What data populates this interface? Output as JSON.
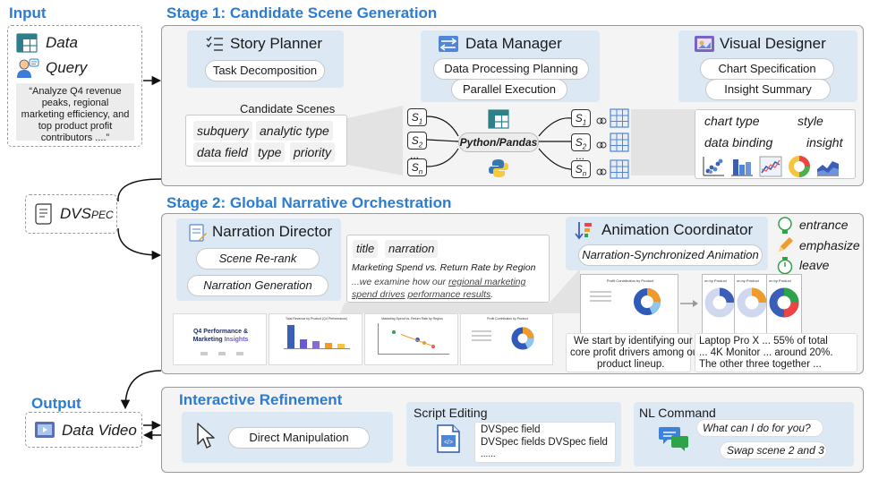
{
  "input": {
    "heading": "Input",
    "data_label": "Data",
    "query_label": "Query",
    "query_text": "“Analyze Q4 revenue peaks, regional marketing efficiency, and top product profit contributors ....”"
  },
  "dvspec": {
    "label_main": "DVS",
    "label_small": "PEC"
  },
  "output": {
    "heading": "Output",
    "label": "Data Video"
  },
  "stage1": {
    "title": "Stage 1: Candidate Scene  Generation",
    "story_planner": {
      "title": "Story Planner",
      "items": [
        "Task Decomposition"
      ]
    },
    "data_manager": {
      "title": "Data Manager",
      "items": [
        "Data Processing Planning",
        "Parallel Execution"
      ]
    },
    "visual_designer": {
      "title": "Visual Designer",
      "items": [
        "Chart Specification",
        "Insight Summary"
      ]
    },
    "candidate_scenes": {
      "label": "Candidate Scenes",
      "fields": [
        "subquery",
        "analytic type",
        "data field",
        "type",
        "priority"
      ]
    },
    "scenes_in": [
      "S",
      "S",
      "S"
    ],
    "scene_subs": [
      "1",
      "2",
      "n"
    ],
    "ellipsis": "...",
    "engine": "Python/Pandas",
    "viz_fields": [
      "chart type",
      "style",
      "data binding",
      "insight"
    ],
    "viz_icons": [
      "scatter-chart-icon",
      "bar-chart-icon",
      "line-chart-icon",
      "donut-chart-icon",
      "area-chart-icon"
    ]
  },
  "stage2": {
    "title": "Stage 2:  Global Narrative Orchestration",
    "narration_director": {
      "title": "Narration Director",
      "items": [
        "Scene Re-rank",
        "Narration Generation"
      ]
    },
    "narration_card": {
      "chips": [
        "title",
        "narration"
      ],
      "chart_title": "Marketing Spend vs. Return Rate by Region",
      "line1_pre": "...we examine how our ",
      "line1_link": "regional marketing",
      "line2_link": "spend drives",
      "line2_mid": " ",
      "line2_link2": "performance results",
      "line2_post": "."
    },
    "animation_coordinator": {
      "title": "Animation Coordinator",
      "items": [
        "Narration-Synchronized Animation"
      ]
    },
    "animation_types": [
      "entrance",
      "emphasize",
      "leave"
    ],
    "slides": [
      {
        "title": "Q4 Performance &",
        "title2": "Marketing ",
        "title2_accent": "Insights"
      },
      {
        "title": "Total Revenue by Product (Q4 Performance)"
      },
      {
        "title": "Marketing Spend vs. Return Rate by Region"
      },
      {
        "title": "Profit Contribution by Product"
      }
    ],
    "anim_slide_titles": [
      "Profit Contribution by Product",
      "on by Product",
      "on by Product",
      "on by Product"
    ],
    "captions": [
      [
        "We start by identifying our",
        "core profit drivers among our",
        "product lineup."
      ],
      [
        "Laptop Pro X ... 55% of total",
        "... 4K Monitor ... around 20%.",
        "The other three together ..."
      ]
    ]
  },
  "refinement": {
    "title": "Interactive Refinement",
    "direct": "Direct Manipulation",
    "script_title": "Script Editing",
    "script_lines": [
      "DVSpec field",
      "DVSpec fields  DVSpec field",
      "......"
    ],
    "nl_title": "NL Command",
    "nl_bubbles": [
      "What can I do for you?",
      "Swap scene 2 and 3"
    ]
  },
  "colors": {
    "accent": "#2b7cd3",
    "panel": "#dde8f5",
    "stage_bg": "#f4f4f4",
    "green": "#2fa34a",
    "orange": "#f09a2b"
  }
}
